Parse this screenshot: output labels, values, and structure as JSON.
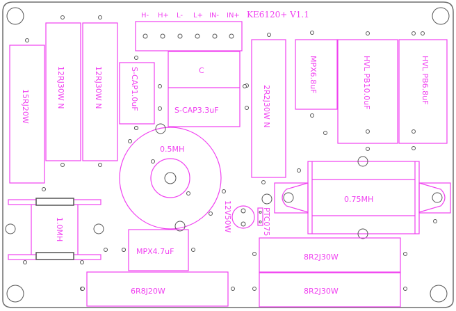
{
  "board": {
    "title": "KE6120+ V1.1",
    "terminals": [
      "H-",
      "H+",
      "L-",
      "L+",
      "IN-",
      "IN+"
    ]
  },
  "components": {
    "r_15r": "15RJ20W",
    "r_12r_a": "12RJ30W N",
    "r_12r_b": "12RJ30W N",
    "c_scap1": "S-CAP1.0uF",
    "c_c": "C",
    "c_scap33": "S-CAP3.3uF",
    "r_2r2": "2R2J30W N",
    "c_mpx68": "MPX6.8uF",
    "c_hvl10": "HVL PB10.0uF",
    "c_hvl68": "HVL PB6.8uF",
    "l_05": "0.5MH",
    "l_075": "0.75MH",
    "l_10": "1.0MH",
    "r_12v": "12V50W",
    "ptc": "PTC075",
    "c_mpx47": "MPX4.7uF",
    "r_6r8": "6R8J20W",
    "r_8r2_a": "8R2J30W",
    "r_8r2_b": "8R2J30W"
  },
  "colors": {
    "silkscreen": "#f040f0",
    "outline": "#6e6e6e"
  }
}
